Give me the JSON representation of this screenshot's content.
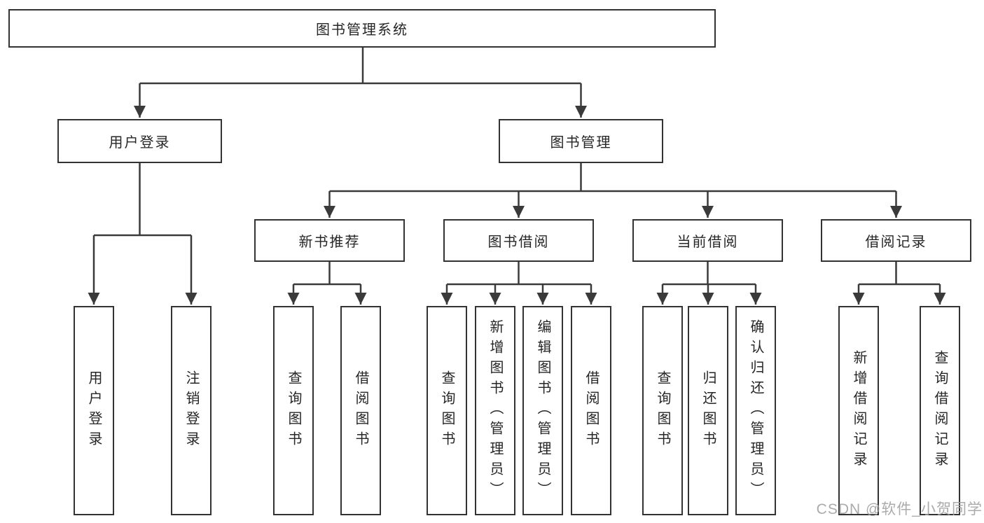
{
  "diagram_title": "图书管理系统",
  "tree": {
    "root": {
      "label": "图书管理系统"
    },
    "branches": [
      {
        "label": "用户登录",
        "leaves": [
          {
            "label": "用户登录"
          },
          {
            "label": "注销登录"
          }
        ]
      },
      {
        "label": "图书管理",
        "groups": [
          {
            "label": "新书推荐",
            "leaves": [
              {
                "label": "查询图书"
              },
              {
                "label": "借阅图书"
              }
            ]
          },
          {
            "label": "图书借阅",
            "leaves": [
              {
                "label": "查询图书"
              },
              {
                "label": "新增图书（管理员）"
              },
              {
                "label": "编辑图书（管理员）"
              },
              {
                "label": "借阅图书"
              }
            ]
          },
          {
            "label": "当前借阅",
            "leaves": [
              {
                "label": "查询图书"
              },
              {
                "label": "归还图书"
              },
              {
                "label": "确认归还（管理员）"
              }
            ]
          },
          {
            "label": "借阅记录",
            "leaves": [
              {
                "label": "新增借阅记录"
              },
              {
                "label": "查询借阅记录"
              }
            ]
          }
        ]
      }
    ]
  },
  "watermark": "CSDN @软件_小贺同学",
  "colors": {
    "line": "#3a3a3a",
    "box_border": "#333333",
    "text": "#262626",
    "background": "#ffffff",
    "watermark": "#a2a2a2"
  }
}
